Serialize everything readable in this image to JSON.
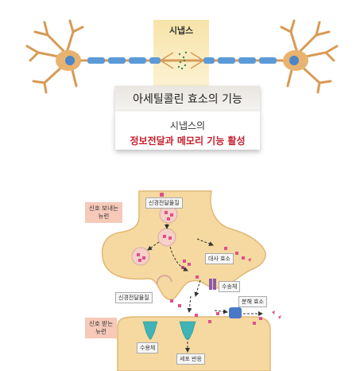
{
  "top": {
    "synapse_label": "시냅스",
    "title": "아세틸콜린 효소의 기능",
    "subtitle": "시냅스의",
    "highlight": "정보전달과 메모리 기능 활성"
  },
  "diagram": {
    "sending_neuron": "신호 보내는\n뉴런",
    "receiving_neuron": "신호 받는\n뉴런",
    "neurotransmitter_top": "신경전달물질",
    "neurotransmitter_mid": "신경전달물질",
    "metabolic_enzyme": "대사 효소",
    "transporter": "수송체",
    "degrading_enzyme": "분해 효소",
    "receptor": "수용체",
    "cell_response": "세포 반응"
  },
  "colors": {
    "neuron_body": "#e8b26f",
    "nucleus": "#4a86c8",
    "axon": "#5a9ad8",
    "terminal": "#f5d9a0",
    "vesicle": "#f7d0c8",
    "neurotransmitter": "#e0508a",
    "highlight_text": "#c8202f",
    "side_tag": "#f6c9b9",
    "receptor": "#3fb3b5",
    "transporter": "#8a5aa8",
    "degrading_enzyme": "#4a78c8"
  }
}
